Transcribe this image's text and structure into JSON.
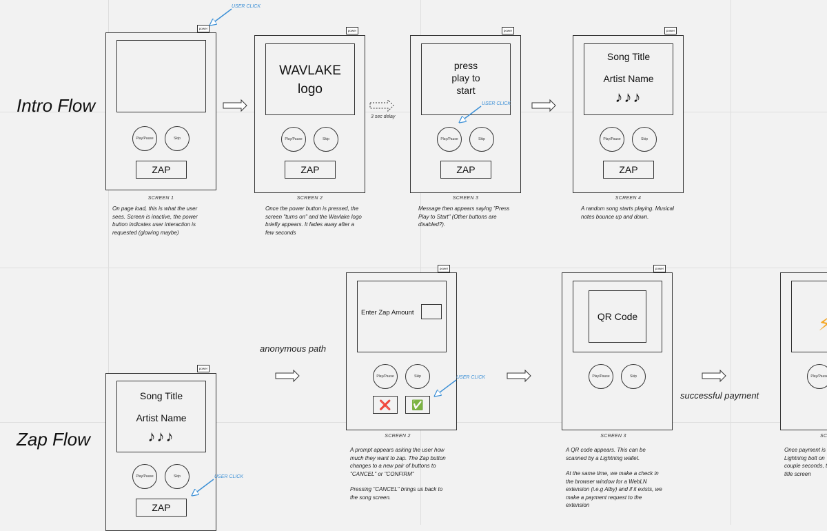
{
  "rows": {
    "intro": "Intro Flow",
    "zap": "Zap Flow"
  },
  "common": {
    "power": "power",
    "play_pause": "Play/Pause",
    "skip": "Skip",
    "zap": "ZAP",
    "user_click": "USER CLICK",
    "song_title": "Song Title",
    "artist_name": "Artist Name",
    "notes": "♪♪♪"
  },
  "intro": {
    "screen1": {
      "caption": "SCREEN 1",
      "desc": [
        "On page load, this is what the user",
        "sees. Screen is inactive, the power",
        "button indicates user interaction is",
        "requested (glowing maybe)"
      ]
    },
    "screen2": {
      "logo_line1": "WAVLAKE",
      "logo_line2": "logo",
      "caption": "SCREEN 2",
      "desc": [
        "Once the power button is pressed, the",
        "screen \"turns on\" and the Wavlake logo",
        "briefly appears. It fades away after a",
        "few seconds"
      ]
    },
    "delay": "3 sec delay",
    "screen3": {
      "line1": "press",
      "line2": "play to",
      "line3": "start",
      "caption": "SCREEN 3",
      "desc": [
        "Message then appears saying \"Press",
        "Play to Start\" (Other buttons are",
        "disabled?)."
      ]
    },
    "screen4": {
      "caption": "SCREEN 4",
      "desc": [
        "A random song starts playing. Musical",
        "notes bounce up and down."
      ]
    }
  },
  "zap": {
    "anonymous_path": "anonymous path",
    "successful_payment": "successful payment",
    "screen2": {
      "prompt": "Enter Zap Amount",
      "cancel_icon": "❌",
      "confirm_icon": "✅",
      "caption": "SCREEN 2",
      "desc1": [
        "A prompt appears asking the user how",
        "much they want to zap. The Zap button",
        "changes to a new pair of buttons to",
        "\"CANCEL\" or \"CONFIRM\""
      ],
      "desc2": [
        "Pressing \"CANCEL\" brings us back to",
        "the song screen."
      ]
    },
    "screen3": {
      "qr": "QR Code",
      "caption": "SCREEN 3",
      "desc1": [
        "A QR code appears. This can be",
        "scanned by a Lightning wallet."
      ],
      "desc2": [
        "At the same time, we make a check in",
        "the browser window for a WebLN",
        "extension (i.e.g Alby) and if it exists, we",
        "make a payment request to the",
        "extension"
      ]
    },
    "screen4": {
      "bolt": "⚡",
      "caption_partial": "SC",
      "desc": [
        "Once payment is",
        "Lightning bolt on",
        "couple seconds, t",
        "title screen"
      ]
    }
  }
}
